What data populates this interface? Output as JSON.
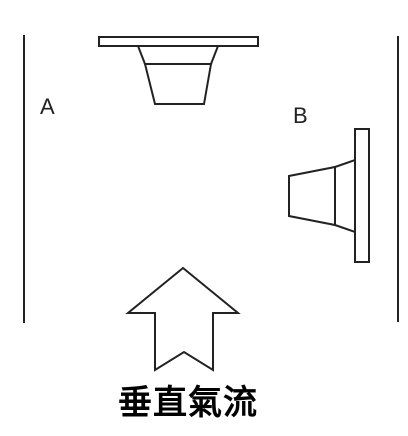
{
  "labels": {
    "a": "A",
    "b": "B"
  },
  "caption": "垂直氣流",
  "colors": {
    "stroke": "#222222",
    "background": "#ffffff"
  }
}
